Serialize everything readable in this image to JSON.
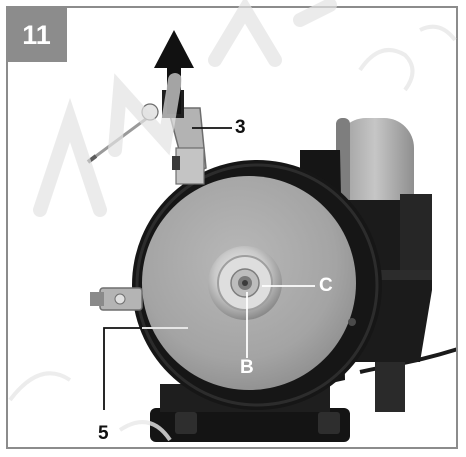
{
  "figure": {
    "number": "11"
  },
  "callouts": {
    "c3": "3",
    "cC": "C",
    "cB": "B",
    "c5": "5"
  },
  "colors": {
    "frame": "#8c8c8c",
    "stone": "#a9a9a9",
    "body": "#161616",
    "watermark": "#dcdcdc"
  },
  "icons": {
    "arrow": "arrow-up-icon"
  }
}
